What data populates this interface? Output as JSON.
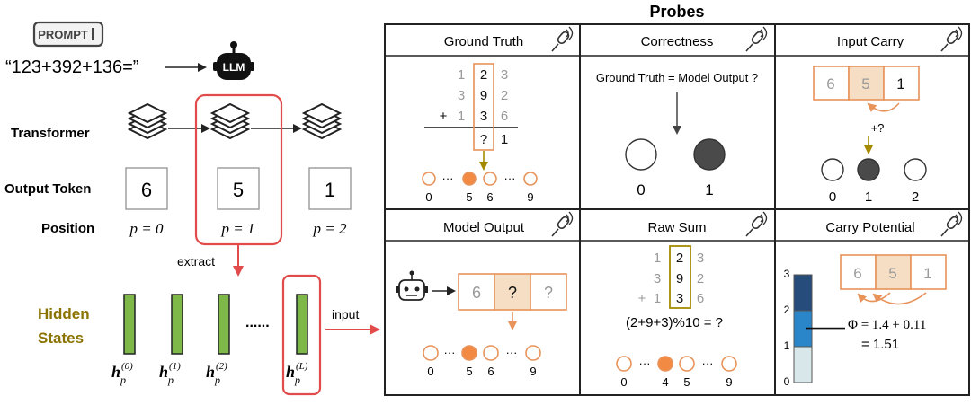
{
  "left": {
    "prompt_badge": "PROMPT",
    "prompt_text": "“123+392+136=”",
    "llm_badge": "LLM",
    "row_labels": {
      "transformer": "Transformer",
      "output_token": "Output Token",
      "position": "Position",
      "hidden_states_1": "Hidden",
      "hidden_states_2": "States"
    },
    "tokens": [
      "6",
      "5",
      "1"
    ],
    "positions": [
      "p = 0",
      "p = 1",
      "p = 2"
    ],
    "extract_label": "extract",
    "input_label": "input",
    "ellipsis": "......",
    "hidden_labels": [
      {
        "base": "h",
        "sub": "p",
        "sup": "(0)"
      },
      {
        "base": "h",
        "sub": "p",
        "sup": "(1)"
      },
      {
        "base": "h",
        "sub": "p",
        "sup": "(2)"
      },
      {
        "base": "h",
        "sub": "p",
        "sup": "(L)"
      }
    ]
  },
  "probes": {
    "title": "Probes",
    "panels": [
      {
        "title": "Ground Truth"
      },
      {
        "title": "Correctness"
      },
      {
        "title": "Input Carry"
      },
      {
        "title": "Model Output"
      },
      {
        "title": "Raw Sum"
      },
      {
        "title": "Carry Potential"
      }
    ],
    "ground_truth": {
      "rows": [
        [
          "1",
          "2",
          "3"
        ],
        [
          "3",
          "9",
          "2"
        ],
        [
          "1",
          "3",
          "6"
        ]
      ],
      "plus": "+",
      "result": [
        "?",
        "1"
      ],
      "digits": [
        "0",
        "5",
        "6",
        "9"
      ],
      "dots": "···"
    },
    "correctness": {
      "question": "Ground Truth = Model Output ?",
      "labels": [
        "0",
        "1"
      ]
    },
    "input_carry": {
      "cells": [
        "6",
        "5",
        "1"
      ],
      "question": "+?",
      "labels": [
        "0",
        "1",
        "2"
      ]
    },
    "model_output": {
      "cells": [
        "6",
        "?",
        "?"
      ],
      "digits": [
        "0",
        "5",
        "6",
        "9"
      ],
      "dots": "···"
    },
    "raw_sum": {
      "rows": [
        [
          "1",
          "2",
          "3"
        ],
        [
          "3",
          "9",
          "2"
        ],
        [
          "1",
          "3",
          "6"
        ]
      ],
      "plus": "+",
      "formula": "(2+9+3)%10 = ?",
      "digits": [
        "0",
        "4",
        "5",
        "9"
      ],
      "dots": "···"
    },
    "carry_potential": {
      "axis_ticks": [
        "0",
        "1",
        "2",
        "3"
      ],
      "level": 1.51,
      "cells": [
        "6",
        "5",
        "1"
      ],
      "formula_1": "Φ = 1.4 + 0.11",
      "formula_2": "= 1.51"
    }
  },
  "colors": {
    "orange": "#E8935A",
    "orange_fill": "#F5DEC4",
    "red": "#E14B4B",
    "green": "#7DB848",
    "olive_text": "#8B7300",
    "gold_arrow": "#A58A00",
    "dark_circle": "#4A4A4A",
    "grey_digit": "#9A9A9A"
  }
}
